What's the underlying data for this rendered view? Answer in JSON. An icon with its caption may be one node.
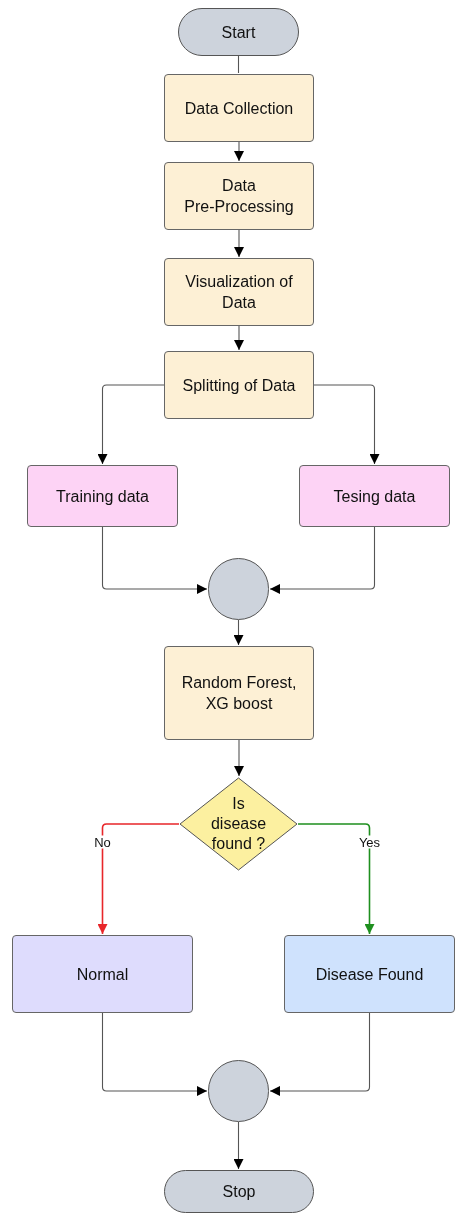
{
  "diagram": {
    "nodes": [
      {
        "text": [
          "Start"
        ]
      },
      {
        "text": [
          "Data Collection"
        ]
      },
      {
        "text": [
          "Data Pre-Processing"
        ]
      },
      {
        "text": [
          "Visualization of Data"
        ]
      },
      {
        "text": [
          "Splitting of Data"
        ]
      },
      {
        "text": [
          "Training data"
        ]
      },
      {
        "text": [
          "Tesing data"
        ]
      },
      {
        "text": [],
        "shape": "circle"
      },
      {
        "text": [
          "Random Forest, XG boost"
        ]
      },
      {
        "text": [
          "Is disease found ?"
        ]
      },
      {
        "text": [
          "Normal"
        ]
      },
      {
        "text": [
          "Disease Found"
        ]
      },
      {
        "text": [],
        "shape": "circle"
      },
      {
        "text": [
          "Stop"
        ]
      }
    ],
    "edges": [
      {
        "from": 0,
        "to": 1,
        "arrow": "none"
      },
      {
        "from": 1,
        "to": 2,
        "arrow": "to"
      },
      {
        "from": 2,
        "to": 3,
        "arrow": "to"
      },
      {
        "from": 3,
        "to": 4,
        "arrow": "to"
      },
      {
        "from": 4,
        "to": 5,
        "arrow": "to"
      },
      {
        "from": 4,
        "to": 6,
        "arrow": "to"
      },
      {
        "from": 5,
        "to": 7,
        "arrow": "to"
      },
      {
        "from": 6,
        "to": 7,
        "arrow": "to"
      },
      {
        "from": 7,
        "to": 8,
        "arrow": "to"
      },
      {
        "from": 8,
        "to": 9,
        "arrow": "to"
      },
      {
        "from": 9,
        "to": 10,
        "label": "No",
        "arrow": "to",
        "color": "#e8262a"
      },
      {
        "from": 9,
        "to": 11,
        "label": "Yes",
        "arrow": "to",
        "color": "#1e8f1e"
      },
      {
        "from": 10,
        "to": 12,
        "arrow": "to"
      },
      {
        "from": 11,
        "to": 12,
        "arrow": "to"
      },
      {
        "from": 12,
        "to": 13,
        "arrow": "to"
      }
    ]
  }
}
